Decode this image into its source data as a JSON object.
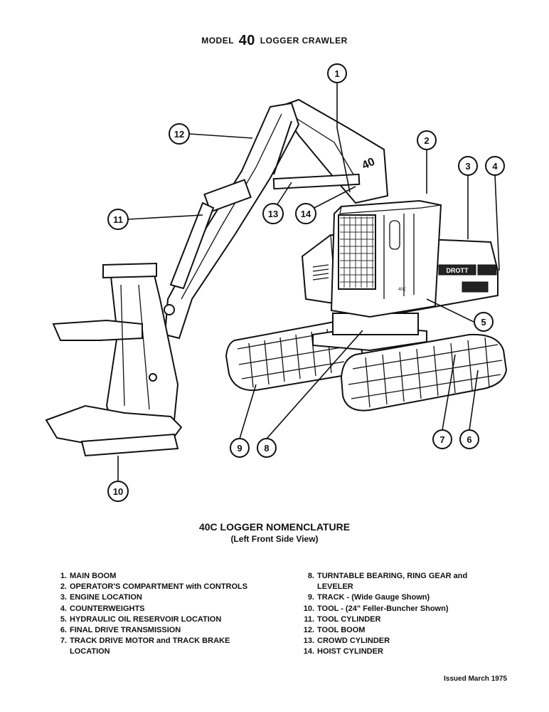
{
  "header": {
    "prefix": "MODEL",
    "model_number": "40",
    "suffix": "LOGGER CRAWLER"
  },
  "caption": {
    "title": "40C LOGGER NOMENCLATURE",
    "subtitle": "(Left Front Side View)"
  },
  "cab_decal": {
    "brand": "DROTT",
    "model": "40C"
  },
  "legend_left": [
    {
      "num": "1.",
      "text": "MAIN BOOM"
    },
    {
      "num": "2.",
      "text": "OPERATOR'S COMPARTMENT with CONTROLS"
    },
    {
      "num": "3.",
      "text": "ENGINE LOCATION"
    },
    {
      "num": "4.",
      "text": "COUNTERWEIGHTS"
    },
    {
      "num": "5.",
      "text": "HYDRAULIC OIL RESERVOIR LOCATION"
    },
    {
      "num": "6.",
      "text": "FINAL DRIVE TRANSMISSION"
    },
    {
      "num": "7.",
      "text": "TRACK DRIVE MOTOR and TRACK BRAKE",
      "cont": "LOCATION"
    }
  ],
  "legend_right": [
    {
      "num": "8.",
      "text": "TURNTABLE BEARING, RING GEAR and",
      "cont": "LEVELER"
    },
    {
      "num": "9.",
      "text": "TRACK - (Wide Gauge Shown)"
    },
    {
      "num": "10.",
      "text": "TOOL - (24\" Feller-Buncher Shown)"
    },
    {
      "num": "11.",
      "text": "TOOL CYLINDER"
    },
    {
      "num": "12.",
      "text": "TOOL BOOM"
    },
    {
      "num": "13.",
      "text": "CROWD CYLINDER"
    },
    {
      "num": "14.",
      "text": "HOIST CYLINDER"
    }
  ],
  "callouts": [
    "1",
    "2",
    "3",
    "4",
    "5",
    "6",
    "7",
    "8",
    "9",
    "10",
    "11",
    "12",
    "13",
    "14"
  ],
  "issued": "Issued March 1975"
}
